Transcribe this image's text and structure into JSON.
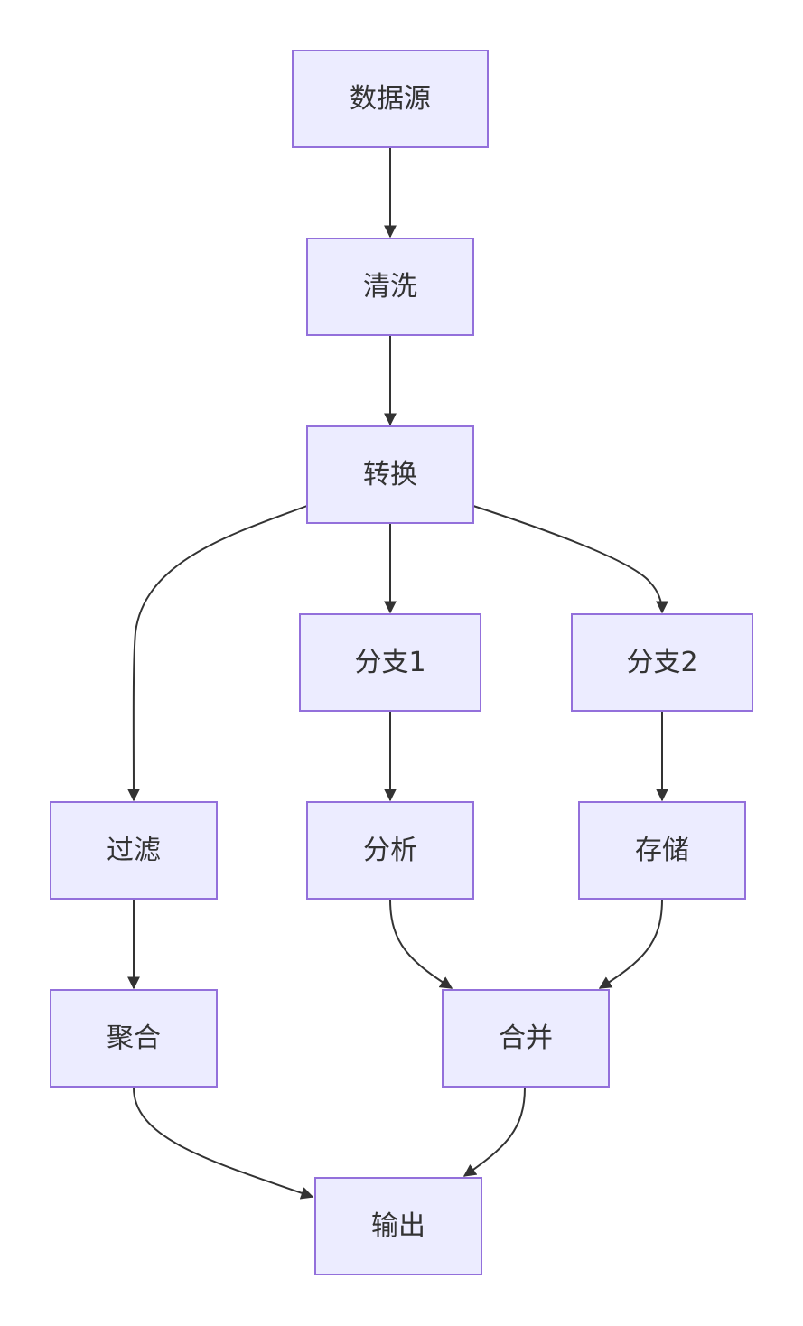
{
  "colors": {
    "node_fill": "#ececff",
    "node_stroke": "#9370db",
    "edge": "#333333",
    "text": "#333333",
    "background": "#ffffff"
  },
  "nodes": {
    "source": "数据源",
    "clean": "清洗",
    "transform": "转换",
    "branch1": "分支1",
    "branch2": "分支2",
    "filter": "过滤",
    "analyze": "分析",
    "store": "存储",
    "aggregate": "聚合",
    "merge": "合并",
    "output": "输出"
  },
  "edges": [
    {
      "from": "source",
      "to": "clean"
    },
    {
      "from": "clean",
      "to": "transform"
    },
    {
      "from": "transform",
      "to": "filter"
    },
    {
      "from": "transform",
      "to": "branch1"
    },
    {
      "from": "transform",
      "to": "branch2"
    },
    {
      "from": "branch1",
      "to": "analyze"
    },
    {
      "from": "branch2",
      "to": "store"
    },
    {
      "from": "filter",
      "to": "aggregate"
    },
    {
      "from": "analyze",
      "to": "merge"
    },
    {
      "from": "store",
      "to": "merge"
    },
    {
      "from": "aggregate",
      "to": "output"
    },
    {
      "from": "merge",
      "to": "output"
    }
  ]
}
